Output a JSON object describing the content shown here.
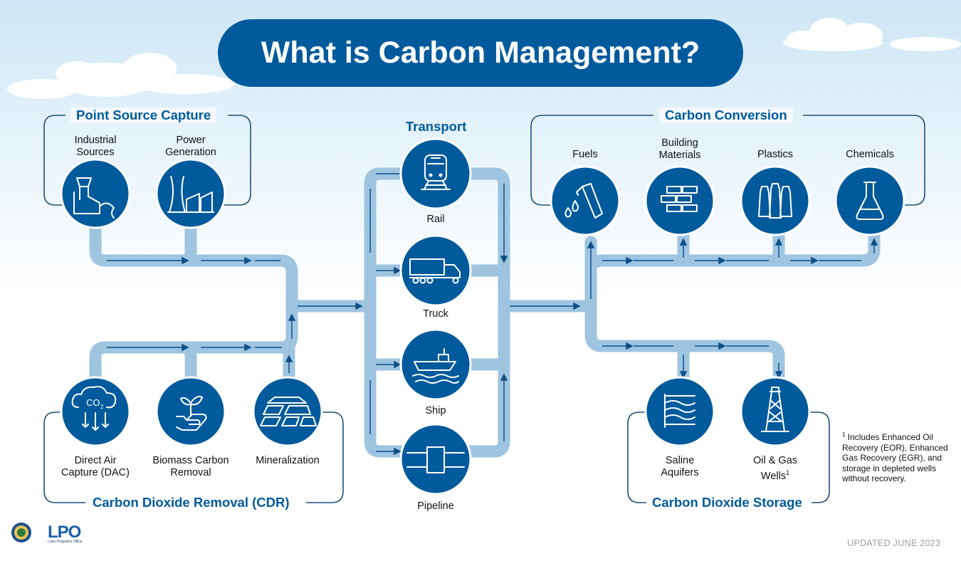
{
  "title": "What is Carbon Management?",
  "sections": {
    "point_source": "Point Source Capture",
    "transport": "Transport",
    "conversion": "Carbon Conversion",
    "removal": "Carbon Dioxide Removal (CDR)",
    "storage": "Carbon Dioxide Storage"
  },
  "nodes": {
    "industrial": {
      "line1": "Industrial",
      "line2": "Sources",
      "icon": "factory-smokestack-icon"
    },
    "power": {
      "line1": "Power",
      "line2": "Generation",
      "icon": "power-plant-icon"
    },
    "rail": {
      "label": "Rail",
      "icon": "train-icon"
    },
    "truck": {
      "label": "Truck",
      "icon": "truck-icon"
    },
    "ship": {
      "label": "Ship",
      "icon": "ship-icon"
    },
    "pipeline": {
      "label": "Pipeline",
      "icon": "pipeline-icon"
    },
    "fuels": {
      "label": "Fuels",
      "icon": "fuel-nozzle-icon"
    },
    "building": {
      "line1": "Building",
      "line2": "Materials",
      "icon": "bricks-icon"
    },
    "plastics": {
      "label": "Plastics",
      "icon": "plastic-bottles-icon"
    },
    "chemicals": {
      "label": "Chemicals",
      "icon": "flask-icon"
    },
    "dac": {
      "line1": "Direct Air",
      "line2": "Capture (DAC)",
      "icon": "co2-cloud-icon"
    },
    "biomass": {
      "line1": "Biomass Carbon",
      "line2": "Removal",
      "icon": "hand-plant-icon"
    },
    "mineral": {
      "label": "Mineralization",
      "icon": "mineral-blocks-icon"
    },
    "saline": {
      "line1": "Saline",
      "line2": "Aquifers",
      "icon": "aquifer-layers-icon"
    },
    "oilgas": {
      "line1": "Oil & Gas",
      "line2": "Wells",
      "sup": "1",
      "icon": "oil-derrick-icon"
    }
  },
  "footnote": {
    "marker": "1",
    "text": "Includes Enhanced Oil Recovery (EOR), Enhanced Gas Recovery (EGR), and storage in depleted wells without recovery."
  },
  "updated": "UPDATED JUNE 2023",
  "logos": {
    "seal_icon": "doe-seal-icon",
    "lpo": "LPO",
    "lpo_sub": "Loan Programs Office"
  },
  "colors": {
    "primary": "#005a9c",
    "pipe": "#9ec4e0",
    "sky": "#cde6f5"
  }
}
